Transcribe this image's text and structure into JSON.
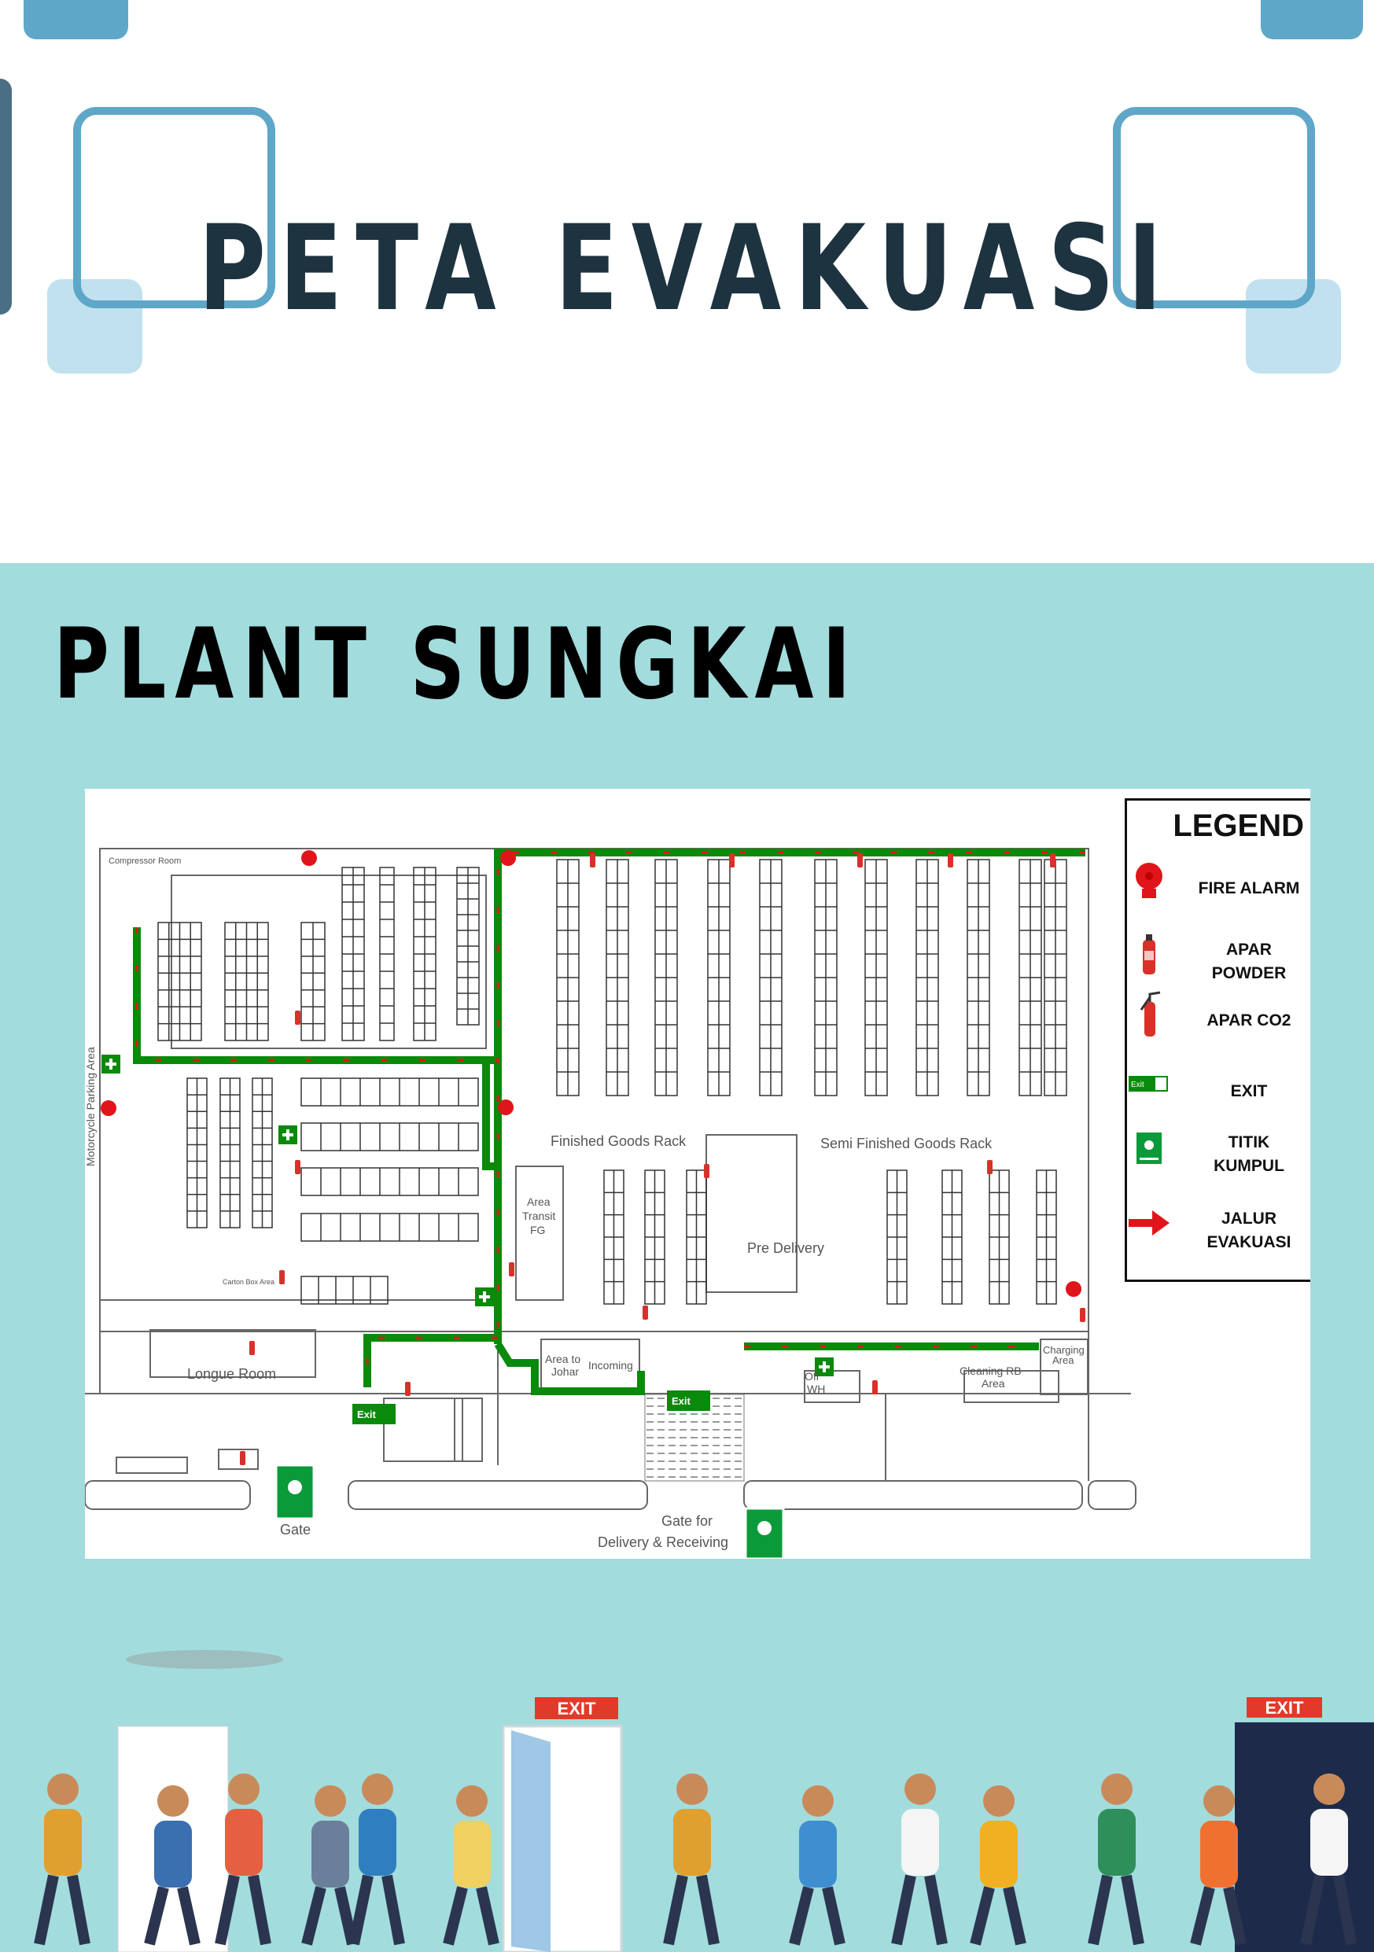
{
  "header": {
    "title": "PETA EVAKUASI"
  },
  "section": {
    "title": "PLANT SUNGKAI"
  },
  "map": {
    "labels": {
      "compressor_room": "Compressor Room",
      "motorcycle_parking": "Motorcycle Parking Area",
      "finished_goods_rack": "Finished Goods Rack",
      "semi_finished_goods_rack": "Semi Finished Goods Rack",
      "area_transit_1": "Area",
      "area_transit_2": "Transit",
      "area_transit_3": "FG",
      "pre_delivery": "Pre Delivery",
      "longue_room": "Longue Room",
      "area_to_johar_1": "Area to",
      "area_to_johar_2": "Johar",
      "incoming": "Incoming",
      "off_wh_1": "Off",
      "off_wh_2": "WH",
      "cleaning_1": "Cleaning RB",
      "cleaning_2": "Area",
      "charging_1": "Charging",
      "charging_2": "Area",
      "carton_box": "Carton Box Area",
      "gate": "Gate",
      "gate_for": "Gate for",
      "delivery_receiving": "Delivery & Receiving",
      "exit_sign": "Exit"
    }
  },
  "legend": {
    "title": "LEGEND",
    "items": [
      {
        "icon": "fire-alarm-icon",
        "line1": "FIRE ALARM",
        "line2": ""
      },
      {
        "icon": "apar-powder-icon",
        "line1": "APAR",
        "line2": "POWDER"
      },
      {
        "icon": "apar-co2-icon",
        "line1": "APAR CO2",
        "line2": ""
      },
      {
        "icon": "exit-sign-icon",
        "line1": "EXIT",
        "line2": ""
      },
      {
        "icon": "assembly-point-icon",
        "line1": "TITIK",
        "line2": "KUMPUL"
      },
      {
        "icon": "red-arrow-icon",
        "line1": "JALUR",
        "line2": "EVAKUASI"
      }
    ],
    "exit_icon_text": "Exit"
  },
  "illustration": {
    "exit_sign_left": "EXIT",
    "exit_sign_right": "EXIT"
  },
  "colors": {
    "teal_bg": "#a3dcdd",
    "title": "#1e3340",
    "accent": "#5fa7c8",
    "route": "#0a8a0a",
    "alarm": "#e0151b"
  }
}
